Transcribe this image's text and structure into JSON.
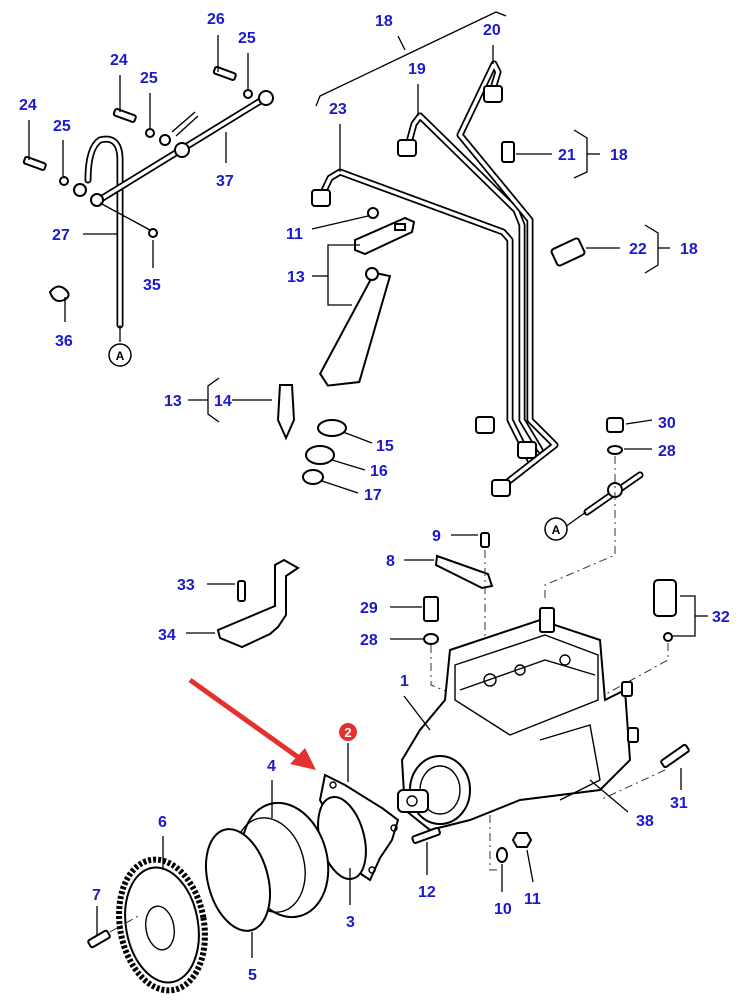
{
  "diagram": {
    "title": "Fuel injection pump exploded parts diagram",
    "highlight_color": "#e53030",
    "label_color": "#1a1acc",
    "highlighted_part": "2",
    "reference_marker": "A",
    "labels": {
      "p1": "1",
      "p2": "2",
      "p3": "3",
      "p4": "4",
      "p5": "5",
      "p6": "6",
      "p7": "7",
      "p8": "8",
      "p9": "9",
      "p10": "10",
      "p11a": "11",
      "p11b": "11",
      "p12": "12",
      "p13a": "13",
      "p13b": "13",
      "p14": "14",
      "p15": "15",
      "p16": "16",
      "p17": "17",
      "p18a": "18",
      "p18b": "18",
      "p18c": "18",
      "p19": "19",
      "p20": "20",
      "p21": "21",
      "p22": "22",
      "p23": "23",
      "p24a": "24",
      "p24b": "24",
      "p25a": "25",
      "p25b": "25",
      "p25c": "25",
      "p26": "26",
      "p27": "27",
      "p28a": "28",
      "p28b": "28",
      "p29": "29",
      "p30": "30",
      "p31": "31",
      "p32": "32",
      "p33": "33",
      "p34": "34",
      "p35": "35",
      "p36": "36",
      "p37": "37",
      "p38": "38"
    }
  }
}
